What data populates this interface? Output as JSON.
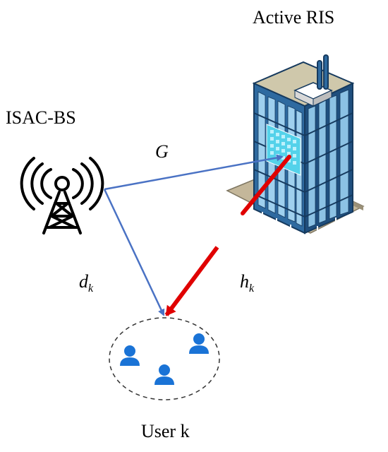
{
  "labels": {
    "bs": "ISAC-BS",
    "ris": "Active RIS",
    "user": "User k",
    "channel_g": "G",
    "channel_d": "d",
    "channel_d_sub": "k",
    "channel_h": "h",
    "channel_h_sub": "k"
  },
  "colors": {
    "link_blue": "#4a72c4",
    "path_red": "#e00000",
    "user_blue": "#1a73d6",
    "building_blue": "#2e6aa0",
    "glass": "#9fd0ee",
    "roof": "#c9c3a6",
    "ris_panel": "#54d2ea"
  },
  "icons": {
    "bs": "cell-tower-icon",
    "ris": "building-icon",
    "users": "user-group-icon"
  }
}
